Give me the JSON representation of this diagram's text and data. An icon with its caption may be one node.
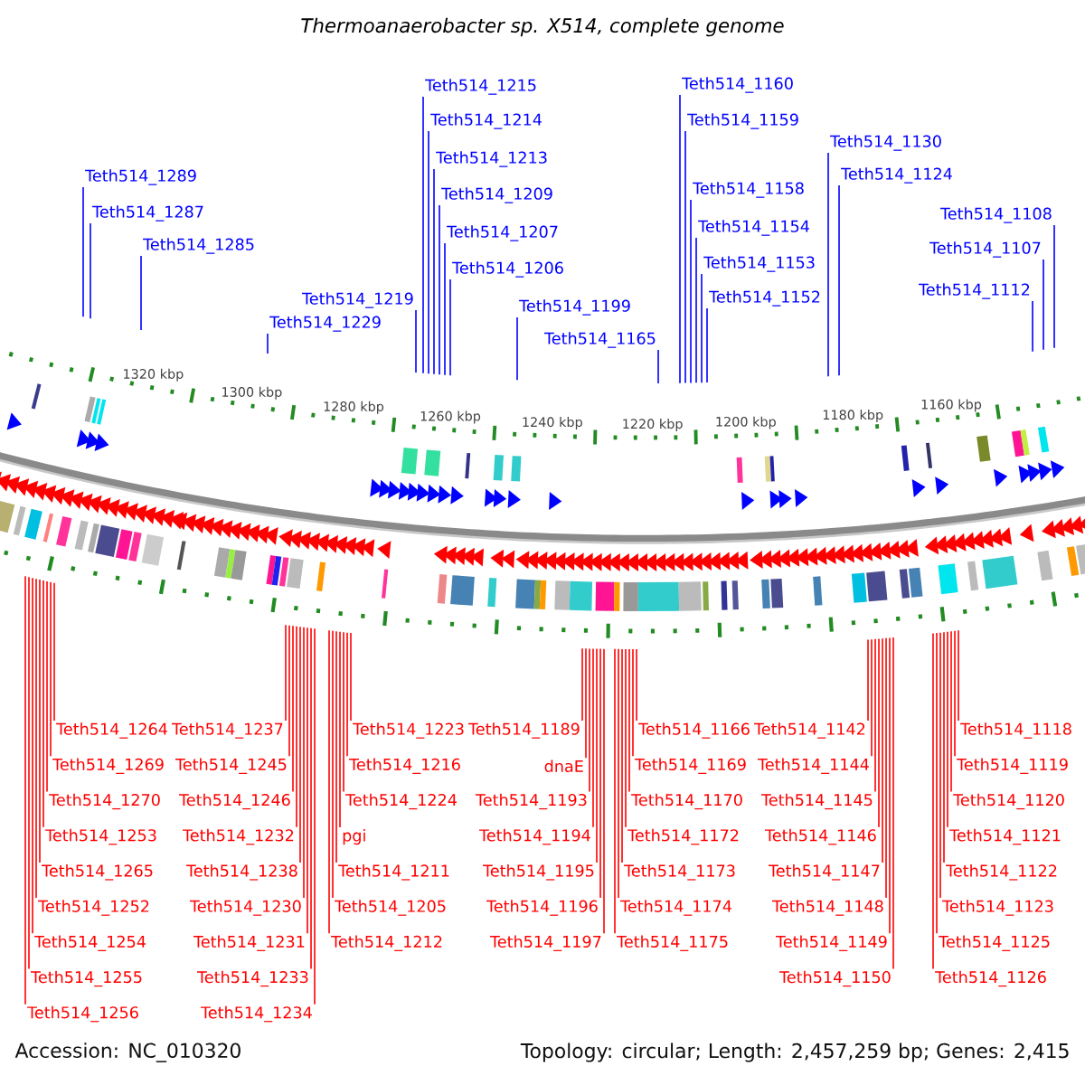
{
  "diagram": {
    "title": "Thermoanaerobacter sp. X514, complete genome",
    "nodes": [
      {
        "text": [
          "Teth514_1289"
        ]
      },
      {
        "text": [
          "Teth514_1287"
        ]
      },
      {
        "text": [
          "Teth514_1285"
        ]
      },
      {
        "text": [
          "Teth514_1229"
        ]
      },
      {
        "text": [
          "Teth514_1219"
        ]
      },
      {
        "text": [
          "Teth514_1215"
        ]
      },
      {
        "text": [
          "Teth514_1214"
        ]
      },
      {
        "text": [
          "Teth514_1213"
        ]
      },
      {
        "text": [
          "Teth514_1209"
        ]
      },
      {
        "text": [
          "Teth514_1207"
        ]
      },
      {
        "text": [
          "Teth514_1206"
        ]
      },
      {
        "text": [
          "Teth514_1199"
        ]
      },
      {
        "text": [
          "Teth514_1160"
        ]
      },
      {
        "text": [
          "Teth514_1159"
        ]
      },
      {
        "text": [
          "Teth514_1130"
        ]
      },
      {
        "text": [
          "Teth514_1124"
        ]
      },
      {
        "text": [
          "Teth514_1158"
        ]
      },
      {
        "text": [
          "Teth514_1154"
        ]
      },
      {
        "text": [
          "Teth514_1108"
        ]
      },
      {
        "text": [
          "Teth514_1107"
        ]
      },
      {
        "text": [
          "Teth514_1153"
        ]
      },
      {
        "text": [
          "Teth514_1152"
        ]
      },
      {
        "text": [
          "Teth514_1112"
        ]
      },
      {
        "text": [
          "Teth514_1165"
        ]
      },
      {
        "text": [
          "Teth514_1264"
        ]
      },
      {
        "text": [
          "Teth514_1269"
        ]
      },
      {
        "text": [
          "Teth514_1270"
        ]
      },
      {
        "text": [
          "Teth514_1237"
        ]
      },
      {
        "text": [
          "Teth514_1245"
        ]
      },
      {
        "text": [
          "Teth514_1246"
        ]
      },
      {
        "text": [
          "Teth514_1253"
        ]
      },
      {
        "text": [
          "Teth514_1265"
        ]
      },
      {
        "text": [
          "Teth514_1252"
        ]
      },
      {
        "text": [
          "Teth514_1254"
        ]
      },
      {
        "text": [
          "Teth514_1255"
        ]
      },
      {
        "text": [
          "Teth514_1256"
        ]
      },
      {
        "text": [
          "Teth514_1223"
        ]
      },
      {
        "text": [
          "Teth514_1224"
        ]
      },
      {
        "text": [
          "Teth514_1232"
        ]
      },
      {
        "text": [
          "Teth514_1238"
        ]
      },
      {
        "text": [
          "Teth514_1230"
        ]
      },
      {
        "text": [
          "Teth514_1231"
        ]
      },
      {
        "text": [
          "Teth514_1233"
        ]
      },
      {
        "text": [
          "Teth514_1234"
        ]
      },
      {
        "text": [
          "Teth514_1216"
        ]
      },
      {
        "text": [
          "pgi"
        ]
      },
      {
        "text": [
          "Teth514_1205"
        ]
      },
      {
        "text": [
          "Teth514_1211"
        ]
      },
      {
        "text": [
          "Teth514_1212"
        ]
      },
      {
        "text": [
          "Teth514_1189"
        ]
      },
      {
        "text": [
          "dnaE"
        ]
      },
      {
        "text": [
          "Teth514_1193"
        ]
      },
      {
        "text": [
          "Teth514_1194"
        ]
      },
      {
        "text": [
          "Teth514_1195"
        ]
      },
      {
        "text": [
          "Teth514_1196"
        ]
      },
      {
        "text": [
          "Teth514_1197"
        ]
      },
      {
        "text": [
          "Teth514_1166"
        ]
      },
      {
        "text": [
          "Teth514_1169"
        ]
      },
      {
        "text": [
          "Teth514_1170"
        ]
      },
      {
        "text": [
          "Teth514_1172"
        ]
      },
      {
        "text": [
          "Teth514_1173"
        ]
      },
      {
        "text": [
          "Teth514_1174"
        ]
      },
      {
        "text": [
          "Teth514_1175"
        ]
      },
      {
        "text": [
          "Teth514_1142"
        ]
      },
      {
        "text": [
          "Teth514_1144"
        ]
      },
      {
        "text": [
          "Teth514_1145"
        ]
      },
      {
        "text": [
          "Teth514_1146"
        ]
      },
      {
        "text": [
          "Teth514_1147"
        ]
      },
      {
        "text": [
          "Teth514_1148"
        ]
      },
      {
        "text": [
          "Teth514_1149"
        ]
      },
      {
        "text": [
          "Teth514_1150"
        ]
      },
      {
        "text": [
          "Teth514_1118"
        ]
      },
      {
        "text": [
          "Teth514_1119"
        ]
      },
      {
        "text": [
          "Teth514_1120"
        ]
      },
      {
        "text": [
          "Teth514_1121"
        ]
      },
      {
        "text": [
          "Teth514_1122"
        ]
      },
      {
        "text": [
          "Teth514_1123"
        ]
      },
      {
        "text": [
          "Teth514_1125"
        ]
      },
      {
        "text": [
          "Teth514_1126"
        ]
      }
    ],
    "edges": [
      {
        "from": 0,
        "to": null,
        "arrow": "none",
        "color": "#0000ff"
      },
      {
        "from": 1,
        "to": null,
        "arrow": "none",
        "color": "#0000ff"
      },
      {
        "from": 2,
        "to": null,
        "arrow": "none",
        "color": "#0000ff"
      },
      {
        "from": 3,
        "to": null,
        "arrow": "none",
        "color": "#0000ff"
      },
      {
        "from": 4,
        "to": null,
        "arrow": "none",
        "color": "#0000ff"
      },
      {
        "from": 5,
        "to": null,
        "arrow": "none",
        "color": "#0000ff"
      },
      {
        "from": 6,
        "to": null,
        "arrow": "none",
        "color": "#0000ff"
      },
      {
        "from": 7,
        "to": null,
        "arrow": "none",
        "color": "#0000ff"
      },
      {
        "from": 8,
        "to": null,
        "arrow": "none",
        "color": "#0000ff"
      },
      {
        "from": 9,
        "to": null,
        "arrow": "none",
        "color": "#0000ff"
      },
      {
        "from": 10,
        "to": null,
        "arrow": "none",
        "color": "#0000ff"
      },
      {
        "from": 11,
        "to": null,
        "arrow": "none",
        "color": "#0000ff"
      },
      {
        "from": 12,
        "to": null,
        "arrow": "none",
        "color": "#0000ff"
      },
      {
        "from": 13,
        "to": null,
        "arrow": "none",
        "color": "#0000ff"
      },
      {
        "from": 14,
        "to": null,
        "arrow": "none",
        "color": "#0000ff"
      },
      {
        "from": 15,
        "to": null,
        "arrow": "none",
        "color": "#0000ff"
      },
      {
        "from": 16,
        "to": null,
        "arrow": "none",
        "color": "#0000ff"
      },
      {
        "from": 17,
        "to": null,
        "arrow": "none",
        "color": "#0000ff"
      },
      {
        "from": 18,
        "to": null,
        "arrow": "none",
        "color": "#0000ff"
      },
      {
        "from": 19,
        "to": null,
        "arrow": "none",
        "color": "#0000ff"
      },
      {
        "from": 20,
        "to": null,
        "arrow": "none",
        "color": "#0000ff"
      },
      {
        "from": 21,
        "to": null,
        "arrow": "none",
        "color": "#0000ff"
      },
      {
        "from": 22,
        "to": null,
        "arrow": "none",
        "color": "#0000ff"
      },
      {
        "from": 23,
        "to": null,
        "arrow": "none",
        "color": "#0000ff"
      },
      {
        "from": 24,
        "to": null,
        "arrow": "none"
      },
      {
        "from": 25,
        "to": null,
        "arrow": "none"
      },
      {
        "from": 26,
        "to": null,
        "arrow": "none"
      },
      {
        "from": 27,
        "to": null,
        "arrow": "none"
      },
      {
        "from": 28,
        "to": null,
        "arrow": "none"
      },
      {
        "from": 29,
        "to": null,
        "arrow": "none"
      },
      {
        "from": 30,
        "to": null,
        "arrow": "none"
      },
      {
        "from": 31,
        "to": null,
        "arrow": "none"
      },
      {
        "from": 32,
        "to": null,
        "arrow": "none"
      },
      {
        "from": 33,
        "to": null,
        "arrow": "none"
      },
      {
        "from": 34,
        "to": null,
        "arrow": "none"
      },
      {
        "from": 35,
        "to": null,
        "arrow": "none"
      },
      {
        "from": 36,
        "to": null,
        "arrow": "none"
      },
      {
        "from": 37,
        "to": null,
        "arrow": "none"
      },
      {
        "from": 38,
        "to": null,
        "arrow": "none"
      },
      {
        "from": 39,
        "to": null,
        "arrow": "none"
      },
      {
        "from": 40,
        "to": null,
        "arrow": "none"
      },
      {
        "from": 41,
        "to": null,
        "arrow": "none"
      },
      {
        "from": 42,
        "to": null,
        "arrow": "none"
      },
      {
        "from": 43,
        "to": null,
        "arrow": "none"
      },
      {
        "from": 44,
        "to": null,
        "arrow": "none"
      },
      {
        "from": 45,
        "to": null,
        "arrow": "none"
      },
      {
        "from": 46,
        "to": null,
        "arrow": "none"
      },
      {
        "from": 47,
        "to": null,
        "arrow": "none"
      },
      {
        "from": 48,
        "to": null,
        "arrow": "none"
      },
      {
        "from": 49,
        "to": null,
        "arrow": "none"
      },
      {
        "from": 50,
        "to": null,
        "arrow": "none"
      },
      {
        "from": 51,
        "to": null,
        "arrow": "none"
      },
      {
        "from": 52,
        "to": null,
        "arrow": "none"
      },
      {
        "from": 53,
        "to": null,
        "arrow": "none"
      },
      {
        "from": 54,
        "to": null,
        "arrow": "none"
      },
      {
        "from": 55,
        "to": null,
        "arrow": "none"
      },
      {
        "from": 56,
        "to": null,
        "arrow": "none"
      },
      {
        "from": 57,
        "to": null,
        "arrow": "none"
      },
      {
        "from": 58,
        "to": null,
        "arrow": "none"
      },
      {
        "from": 59,
        "to": null,
        "arrow": "none"
      },
      {
        "from": 60,
        "to": null,
        "arrow": "none"
      },
      {
        "from": 61,
        "to": null,
        "arrow": "none"
      },
      {
        "from": 62,
        "to": null,
        "arrow": "none"
      },
      {
        "from": 63,
        "to": null,
        "arrow": "none"
      },
      {
        "from": 64,
        "to": null,
        "arrow": "none"
      },
      {
        "from": 65,
        "to": null,
        "arrow": "none"
      },
      {
        "from": 66,
        "to": null,
        "arrow": "none"
      },
      {
        "from": 67,
        "to": null,
        "arrow": "none"
      },
      {
        "from": 68,
        "to": null,
        "arrow": "none"
      },
      {
        "from": 69,
        "to": null,
        "arrow": "none"
      },
      {
        "from": 70,
        "to": null,
        "arrow": "none"
      },
      {
        "from": 71,
        "to": null,
        "arrow": "none"
      },
      {
        "from": 72,
        "to": null,
        "arrow": "none"
      },
      {
        "from": 73,
        "to": null,
        "arrow": "none"
      },
      {
        "from": 74,
        "to": null,
        "arrow": "none"
      },
      {
        "from": 75,
        "to": null,
        "arrow": "none"
      },
      {
        "from": 76,
        "to": null,
        "arrow": "none"
      },
      {
        "from": 77,
        "to": null,
        "arrow": "none"
      },
      {
        "from": 78,
        "to": null,
        "arrow": "none"
      }
    ],
    "labels": [
      "1320 kbp",
      "1300 kbp",
      "1280 kbp",
      "1260 kbp",
      "1240 kbp",
      "1220 kbp",
      "1200 kbp",
      "1180 kbp",
      "1160 kbp",
      "Accession: NC_010320",
      "Topology: circular; Length: 2,457,259 bp; Genes: 2,415"
    ]
  }
}
